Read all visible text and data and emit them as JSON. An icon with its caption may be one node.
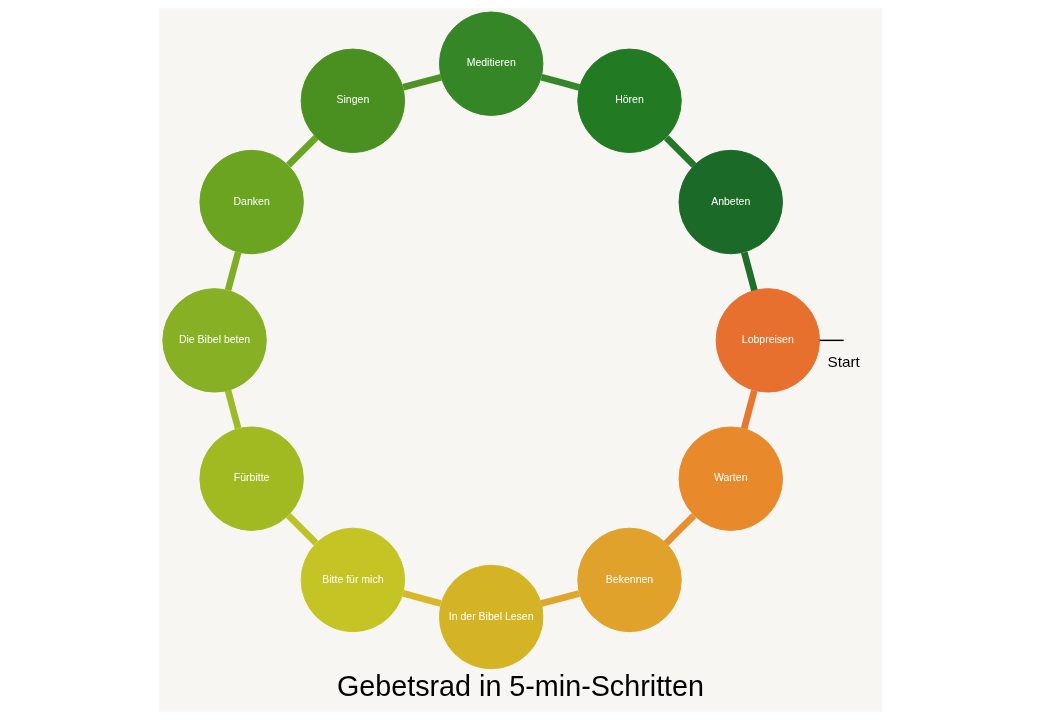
{
  "diagram": {
    "title": "Gebetsrad in 5-min-Schritten",
    "nodes": [
      {
        "text": [
          "Lobpreisen"
        ]
      },
      {
        "text": [
          "Warten"
        ]
      },
      {
        "text": [
          "Bekennen"
        ]
      },
      {
        "text": [
          "In der Bibel Lesen"
        ]
      },
      {
        "text": [
          "Bitte für mich"
        ]
      },
      {
        "text": [
          "Fürbitte"
        ]
      },
      {
        "text": [
          "Die Bibel beten"
        ]
      },
      {
        "text": [
          "Danken"
        ]
      },
      {
        "text": [
          "Singen"
        ]
      },
      {
        "text": [
          "Meditieren"
        ]
      },
      {
        "text": [
          "Hören"
        ]
      },
      {
        "text": [
          "Anbeten"
        ]
      },
      {
        "text": [
          "Start"
        ]
      }
    ],
    "edges": [
      {
        "from": 0,
        "to": 1,
        "arrow": "none",
        "color": "#e8762f"
      },
      {
        "from": 1,
        "to": 2,
        "arrow": "none",
        "color": "#e89030"
      },
      {
        "from": 2,
        "to": 3,
        "arrow": "none",
        "color": "#e0a62a"
      },
      {
        "from": 3,
        "to": 4,
        "arrow": "none",
        "color": "#d8b82a"
      },
      {
        "from": 4,
        "to": 5,
        "arrow": "none",
        "color": "#bcc22a"
      },
      {
        "from": 5,
        "to": 6,
        "arrow": "none",
        "color": "#9cba2a"
      },
      {
        "from": 6,
        "to": 7,
        "arrow": "none",
        "color": "#7fae26"
      },
      {
        "from": 7,
        "to": 8,
        "arrow": "none",
        "color": "#6aa424"
      },
      {
        "from": 8,
        "to": 9,
        "arrow": "none",
        "color": "#4c9224"
      },
      {
        "from": 9,
        "to": 10,
        "arrow": "none",
        "color": "#36862a"
      },
      {
        "from": 10,
        "to": 11,
        "arrow": "none",
        "color": "#25782a"
      },
      {
        "from": 11,
        "to": 0,
        "arrow": "none",
        "color": "#1f6e2a"
      },
      {
        "from": 12,
        "to": 0,
        "arrow": "none",
        "color": "#000000"
      }
    ]
  }
}
